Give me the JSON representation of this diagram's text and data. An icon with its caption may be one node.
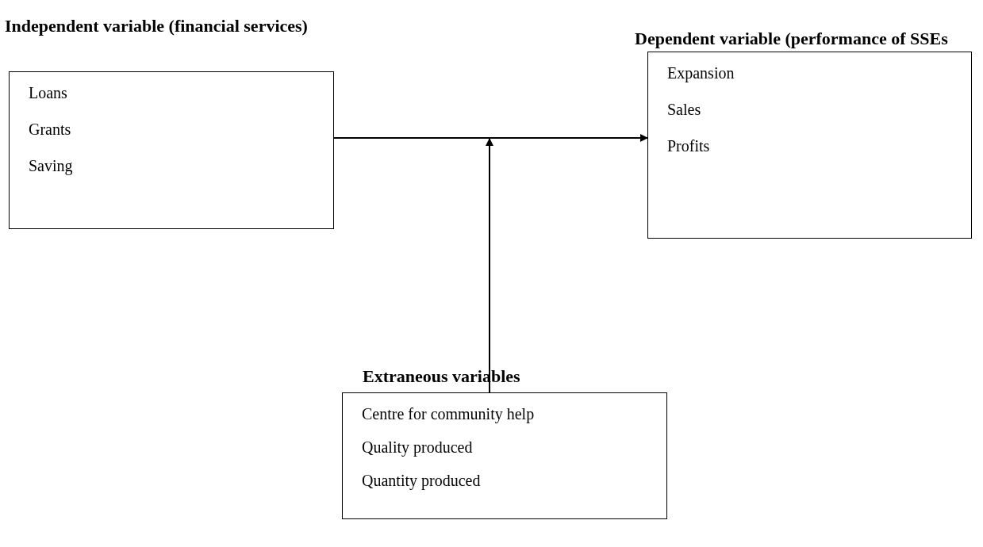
{
  "diagram": {
    "nodes": [
      {
        "text": [
          "Independent variable (financial services)",
          "Loans",
          "Grants",
          "Saving"
        ]
      },
      {
        "text": [
          "Dependent variable (performance of SSEs",
          "Expansion",
          "Sales",
          "Profits"
        ]
      },
      {
        "text": [
          "Extraneous variables",
          "Centre for community help",
          "Quality produced",
          "Quantity produced"
        ]
      }
    ],
    "edges": [
      {
        "from": 0,
        "to": 1,
        "arrow": "to"
      },
      {
        "from": 2,
        "to": null,
        "arrow": "to"
      }
    ]
  }
}
